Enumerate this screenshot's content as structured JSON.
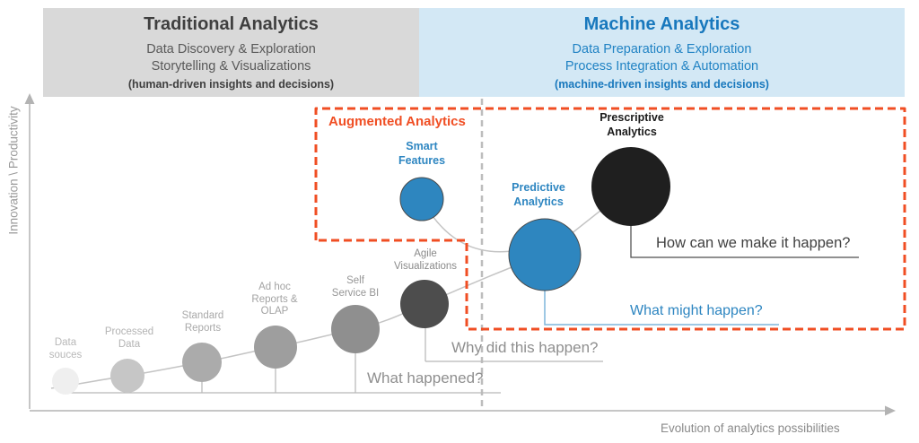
{
  "palette": {
    "traditional_bg": "#d9d9d9",
    "traditional_title": "#3f3f3f",
    "traditional_text": "#595959",
    "machine_bg": "#d3e8f5",
    "machine_title": "#1878bd",
    "machine_text": "#2183c4",
    "orange_accent": "#f04e23",
    "blue_accent": "#2e86c1",
    "dark_circle": "#1f1f1f",
    "line_gray": "#bfbfbf"
  },
  "headers": {
    "traditional": {
      "title": "Traditional Analytics",
      "line1": "Data Discovery & Exploration",
      "line2": "Storytelling & Visualizations",
      "note": "(human-driven insights and decisions)"
    },
    "machine": {
      "title": "Machine Analytics",
      "line1": "Data Preparation & Exploration",
      "line2": "Process Integration & Automation",
      "note": "(machine-driven insights and decisions)"
    }
  },
  "axes": {
    "y_label": "Innovation \\ Productivity",
    "x_label": "Evolution of analytics possibilities"
  },
  "augmented_box": {
    "label": "Augmented Analytics"
  },
  "stages": [
    {
      "id": "data-sources",
      "label": "Data\nsouces",
      "color": "#efefef",
      "label_color": "#b8b8b8"
    },
    {
      "id": "processed-data",
      "label": "Processed\nData",
      "color": "#c6c6c6",
      "label_color": "#b3b3b3"
    },
    {
      "id": "standard-reports",
      "label": "Standard\nReports",
      "color": "#ababab",
      "label_color": "#a9a9a9"
    },
    {
      "id": "adhoc-reports-olap",
      "label": "Ad hoc\nReports &\nOLAP",
      "color": "#9e9e9e",
      "label_color": "#a3a3a3"
    },
    {
      "id": "self-service-bi",
      "label": "Self\nService BI",
      "color": "#8f8f8f",
      "label_color": "#969696"
    },
    {
      "id": "agile-visualizations",
      "label": "Agile\nVisualizations",
      "color": "#4d4d4d",
      "label_color": "#8a8a8a"
    },
    {
      "id": "smart-features",
      "label": "Smart\nFeatures",
      "color": "#2e86bf",
      "label_color": "#2e86c1"
    },
    {
      "id": "predictive-analytics",
      "label": "Predictive\nAnalytics",
      "color": "#2e86bf",
      "label_color": "#2e86c1"
    },
    {
      "id": "prescriptive-analytics",
      "label": "Prescriptive\nAnalytics",
      "color": "#1f1f1f",
      "label_color": "#1a1a1a"
    }
  ],
  "questions": [
    {
      "id": "what-happened",
      "text": "What happened?",
      "color": "#8f8f8f"
    },
    {
      "id": "why-did-happen",
      "text": "Why did this happen?",
      "color": "#8f8f8f"
    },
    {
      "id": "what-might",
      "text": "What might happen?",
      "color": "#2e86c1"
    },
    {
      "id": "how-make-happen",
      "text": "How can we make it happen?",
      "color": "#404040"
    }
  ]
}
